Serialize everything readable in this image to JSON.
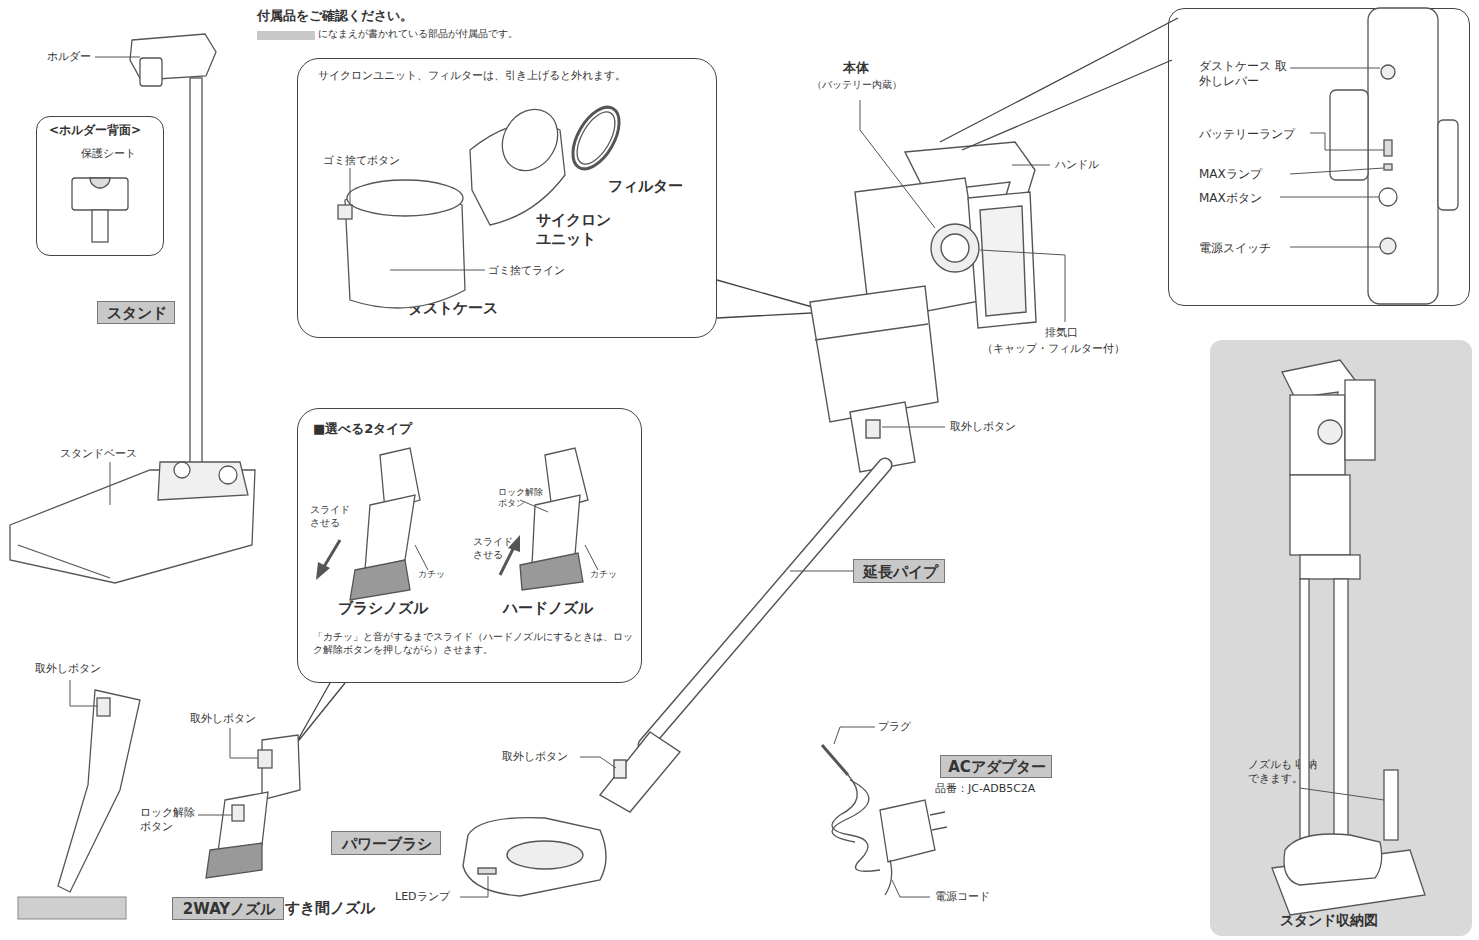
{
  "diagram": {
    "title": "付属品をご確認ください。",
    "nodes": [
      {
        "text": [
          "<ホルダー背面>",
          "保護シート"
        ]
      },
      {
        "text": [
          "サイクロンユニット、フィルターは、引き上げると外れます。",
          "ゴミ捨てボタン",
          "フィルター",
          "サイクロン ユニット",
          "ゴミ捨てライン",
          "ダストケース"
        ]
      },
      {
        "text": [
          "■選べる2タイプ",
          "スライド させる",
          "ロック解除 ボタン",
          "スライド させる",
          "カチッ",
          "カチッ",
          "ブラシノズル",
          "ハードノズル",
          "「カチッ」と音がするまでスライド（ハードノズルにするときは、ロック解除ボタンを押しながら）させます。"
        ]
      },
      {
        "text": [
          "ダストケース 取外しレバー",
          "バッテリーランプ",
          "MAXランプ",
          "MAXボタン",
          "電源スイッチ"
        ]
      },
      {
        "text": [
          "ノズルも 収納できます。",
          "スタンド収納図"
        ]
      },
      {
        "text": [
          "スタンド"
        ]
      },
      {
        "text": [
          "延長パイプ"
        ]
      },
      {
        "text": [
          "パワーブラシ"
        ]
      },
      {
        "text": [
          "ACアダプター"
        ]
      },
      {
        "text": [
          "2WAYノズル"
        ]
      }
    ],
    "labels": [
      "になまえが書かれている部品が付属品です。",
      "ホルダー",
      "本体",
      "（バッテリー内蔵）",
      "ハンドル",
      "スタンドベース",
      "排気口",
      "（キャップ・フィルター付）",
      "取外しボタン",
      "取外しボタン",
      "取外しボタン",
      "ロック解除 ボタン",
      "取外しボタン",
      "プラグ",
      "品番：JC-ADB5C2A",
      "LEDランプ",
      "電源コード",
      "すき間ノズル"
    ]
  }
}
